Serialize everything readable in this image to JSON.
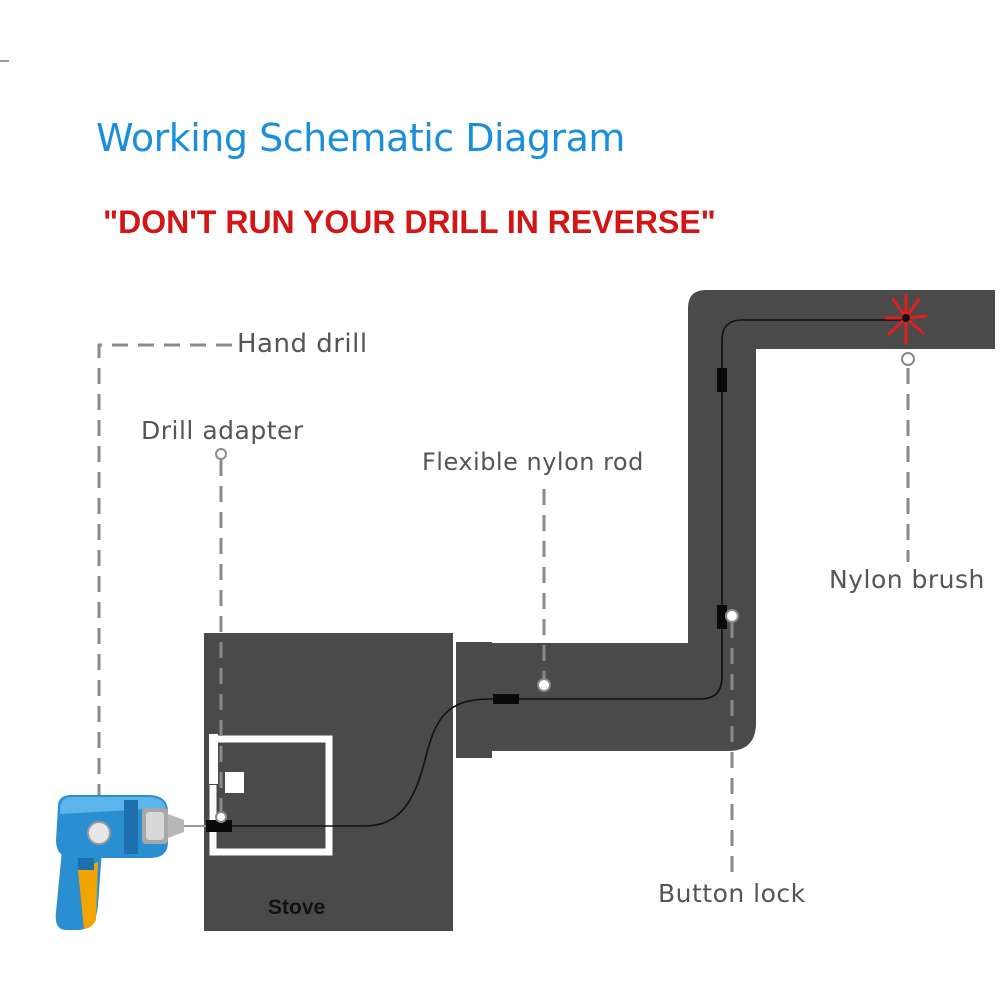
{
  "header": {
    "title": "Working Schematic Diagram",
    "warning": "\"DON'T RUN YOUR DRILL IN REVERSE\""
  },
  "labels": {
    "hand_drill": "Hand drill",
    "drill_adapter": "Drill adapter",
    "flexible_nylon_rod": "Flexible nylon rod",
    "nylon_brush": "Nylon brush",
    "button_lock": "Button lock",
    "stove": "Stove"
  },
  "colors": {
    "title": "#1b8fdc",
    "warning": "#d41515",
    "pipe": "#4a4a4a",
    "label": "#555555",
    "drill_body": "#2a8fd0",
    "drill_handle": "#f2a400",
    "brush": "#e02020"
  }
}
